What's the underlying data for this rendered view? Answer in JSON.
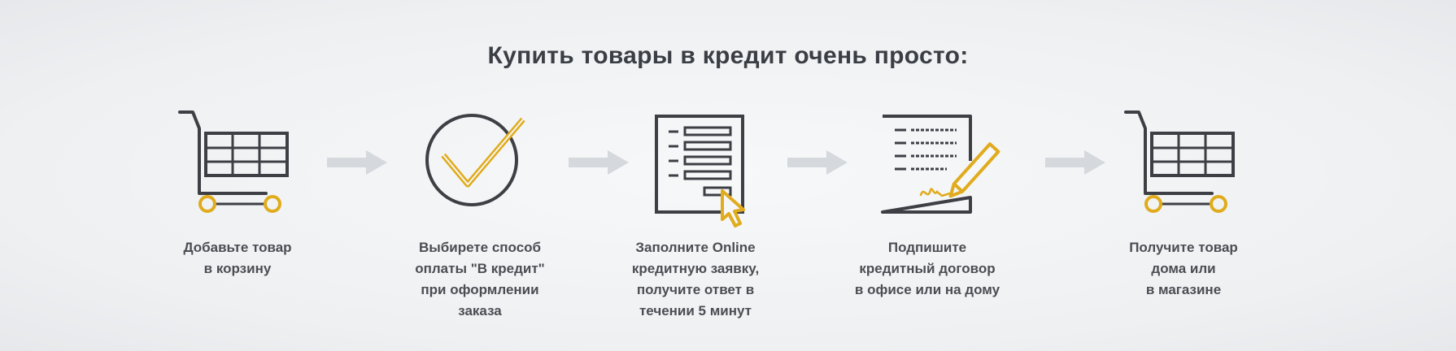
{
  "title": "Купить товары в кредит очень просто:",
  "colors": {
    "accent": "#e0ab1c",
    "dark": "#3d3f45",
    "arrow": "#d5d8dc"
  },
  "steps": [
    {
      "icon": "shopping-cart-icon",
      "label": "Добавьте товар\nв корзину"
    },
    {
      "icon": "checkmark-circle-icon",
      "label": "Выбирете способ\nоплаты \"В кредит\"\nпри оформлении\nзаказа"
    },
    {
      "icon": "application-form-icon",
      "label": "Заполните Online\nкредитную заявку,\nполучите ответ в\nтечении 5 минут"
    },
    {
      "icon": "sign-contract-icon",
      "label": "Подпишите\nкредитный договор\nв офисе или на дому"
    },
    {
      "icon": "shopping-cart-icon",
      "label": "Получите товар\nдома или\nв магазине"
    }
  ]
}
